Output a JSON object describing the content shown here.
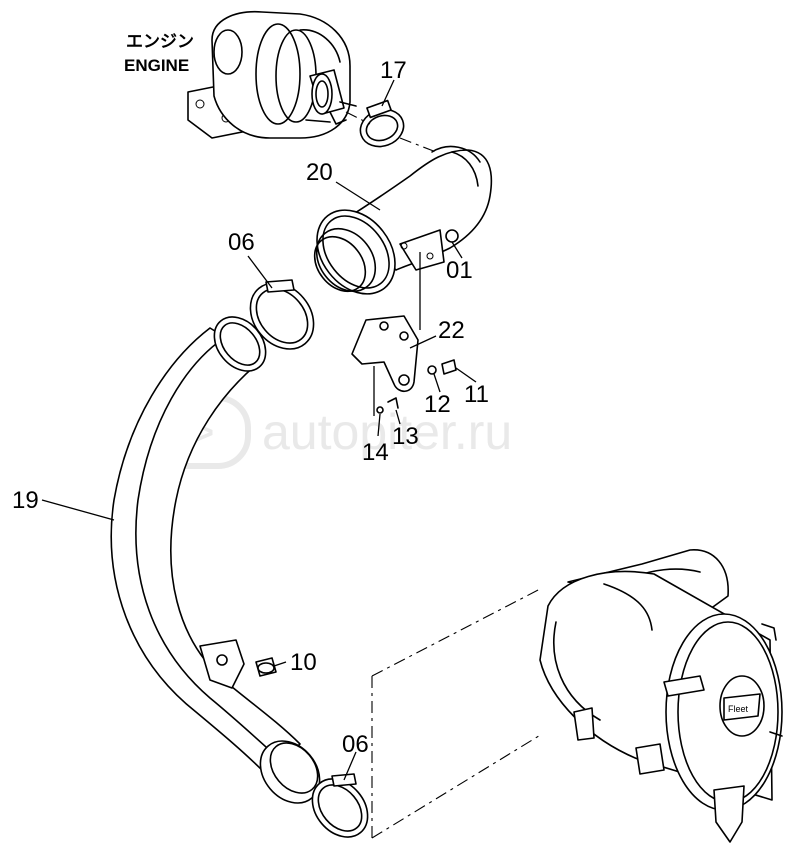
{
  "engine": {
    "label_jp": "エンジン",
    "label_en": "ENGINE"
  },
  "watermark": {
    "text": "autopiter.ru",
    "logo_glyph": "a>"
  },
  "filter_badge": "Fleet",
  "callouts": {
    "p01": "01",
    "p06a": "06",
    "p06b": "06",
    "p10": "10",
    "p11": "11",
    "p12": "12",
    "p13": "13",
    "p14": "14",
    "p17": "17",
    "p19": "19",
    "p20": "20",
    "p22": "22"
  }
}
